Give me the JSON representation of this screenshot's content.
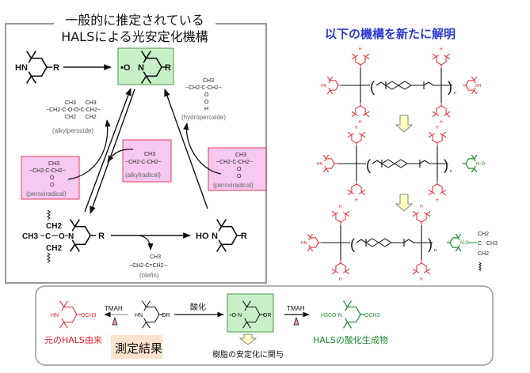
{
  "left_panel": {
    "title_line1": "一般的に推定されている",
    "title_line2": "HALSによる光安定化機構",
    "amine": {
      "hn": "HN",
      "r": "R"
    },
    "nitroxyl": {
      "o": "•O",
      "n": "N",
      "r": "R"
    },
    "hydroperoxide": {
      "ch3": "CH3",
      "chain": "~CH2-C-CH2~",
      "o1": "O",
      "o2": "O",
      "h": "H",
      "label": "(hydroperoxide)"
    },
    "alkylperoxide": {
      "ch3": "CH3      CH3",
      "chain": "~CH2-C-O-O-C-CH2~",
      "ch2": "CH2      CH2",
      "label": "(alkylperoxide)"
    },
    "alkylradical": {
      "ch3": "CH3",
      "chain": "~CH2-C-CH2~",
      "label": "(alkylradical)"
    },
    "peroxiradical_left": {
      "ch3": "CH3",
      "chain": "~CH2-C-CH2~",
      "o1": "O",
      "o2": "O",
      "label": "(peroxiradical)"
    },
    "peroxiradical_right": {
      "ch3": "CH3",
      "chain": "~CH2-C-CH2~",
      "o1": "O",
      "o2": "O",
      "label": "(peroxiradical)"
    },
    "alkoxyamine": {
      "ch2_top": "CH2",
      "ch3": "CH3",
      "c": "C",
      "o": "O",
      "n": "N",
      "ch2_bottom": "CH2",
      "r": "R"
    },
    "hydroxylamine": {
      "ho": "HO",
      "n": "N",
      "r": "R"
    },
    "olefin": {
      "ch3": "CH3",
      "chain": "~CH2-C=CH2~",
      "label": "(olefin)"
    }
  },
  "right_panel": {
    "title": "以下の機構を新たに解明",
    "ring_n": "N",
    "ring_h": "H",
    "ring_hn": "HN",
    "ring_nh": "NH",
    "repeat_n": "n",
    "nitroxyl_label": "N-O",
    "alkyl": {
      "ch2_top": "CH2",
      "c": "C",
      "ch3": "CH3",
      "ch2_bottom": "CH2"
    }
  },
  "bottom_panel": {
    "red_ring": {
      "hn": "HN",
      "sub": "OCH3"
    },
    "red_caption": "元のHALS由来",
    "tmah_left": "TMAH",
    "measured_label": "測定結果",
    "middle_ring": {
      "hn": "HN",
      "sub": "OR"
    },
    "oxidation_label": "酸化",
    "nitroxyl_ring": {
      "o": "•O-N",
      "sub": "OR"
    },
    "stabilization_caption": "樹脂の安定化に関与",
    "tmah_right": "TMAH",
    "green_ring": {
      "pre": "H3CO-N",
      "sub": "OCH3"
    },
    "green_caption": "HALSの酸化生成物"
  },
  "colors": {
    "red": "#e8202a",
    "green": "#1a8a2a",
    "blue": "#2a3ad0",
    "pink_fill": "#f7c8f0",
    "pink_border": "#e0405a",
    "green_fill": "#c8f0c8",
    "peach": "#fbe3cc",
    "yellow": "#ffffc0"
  }
}
